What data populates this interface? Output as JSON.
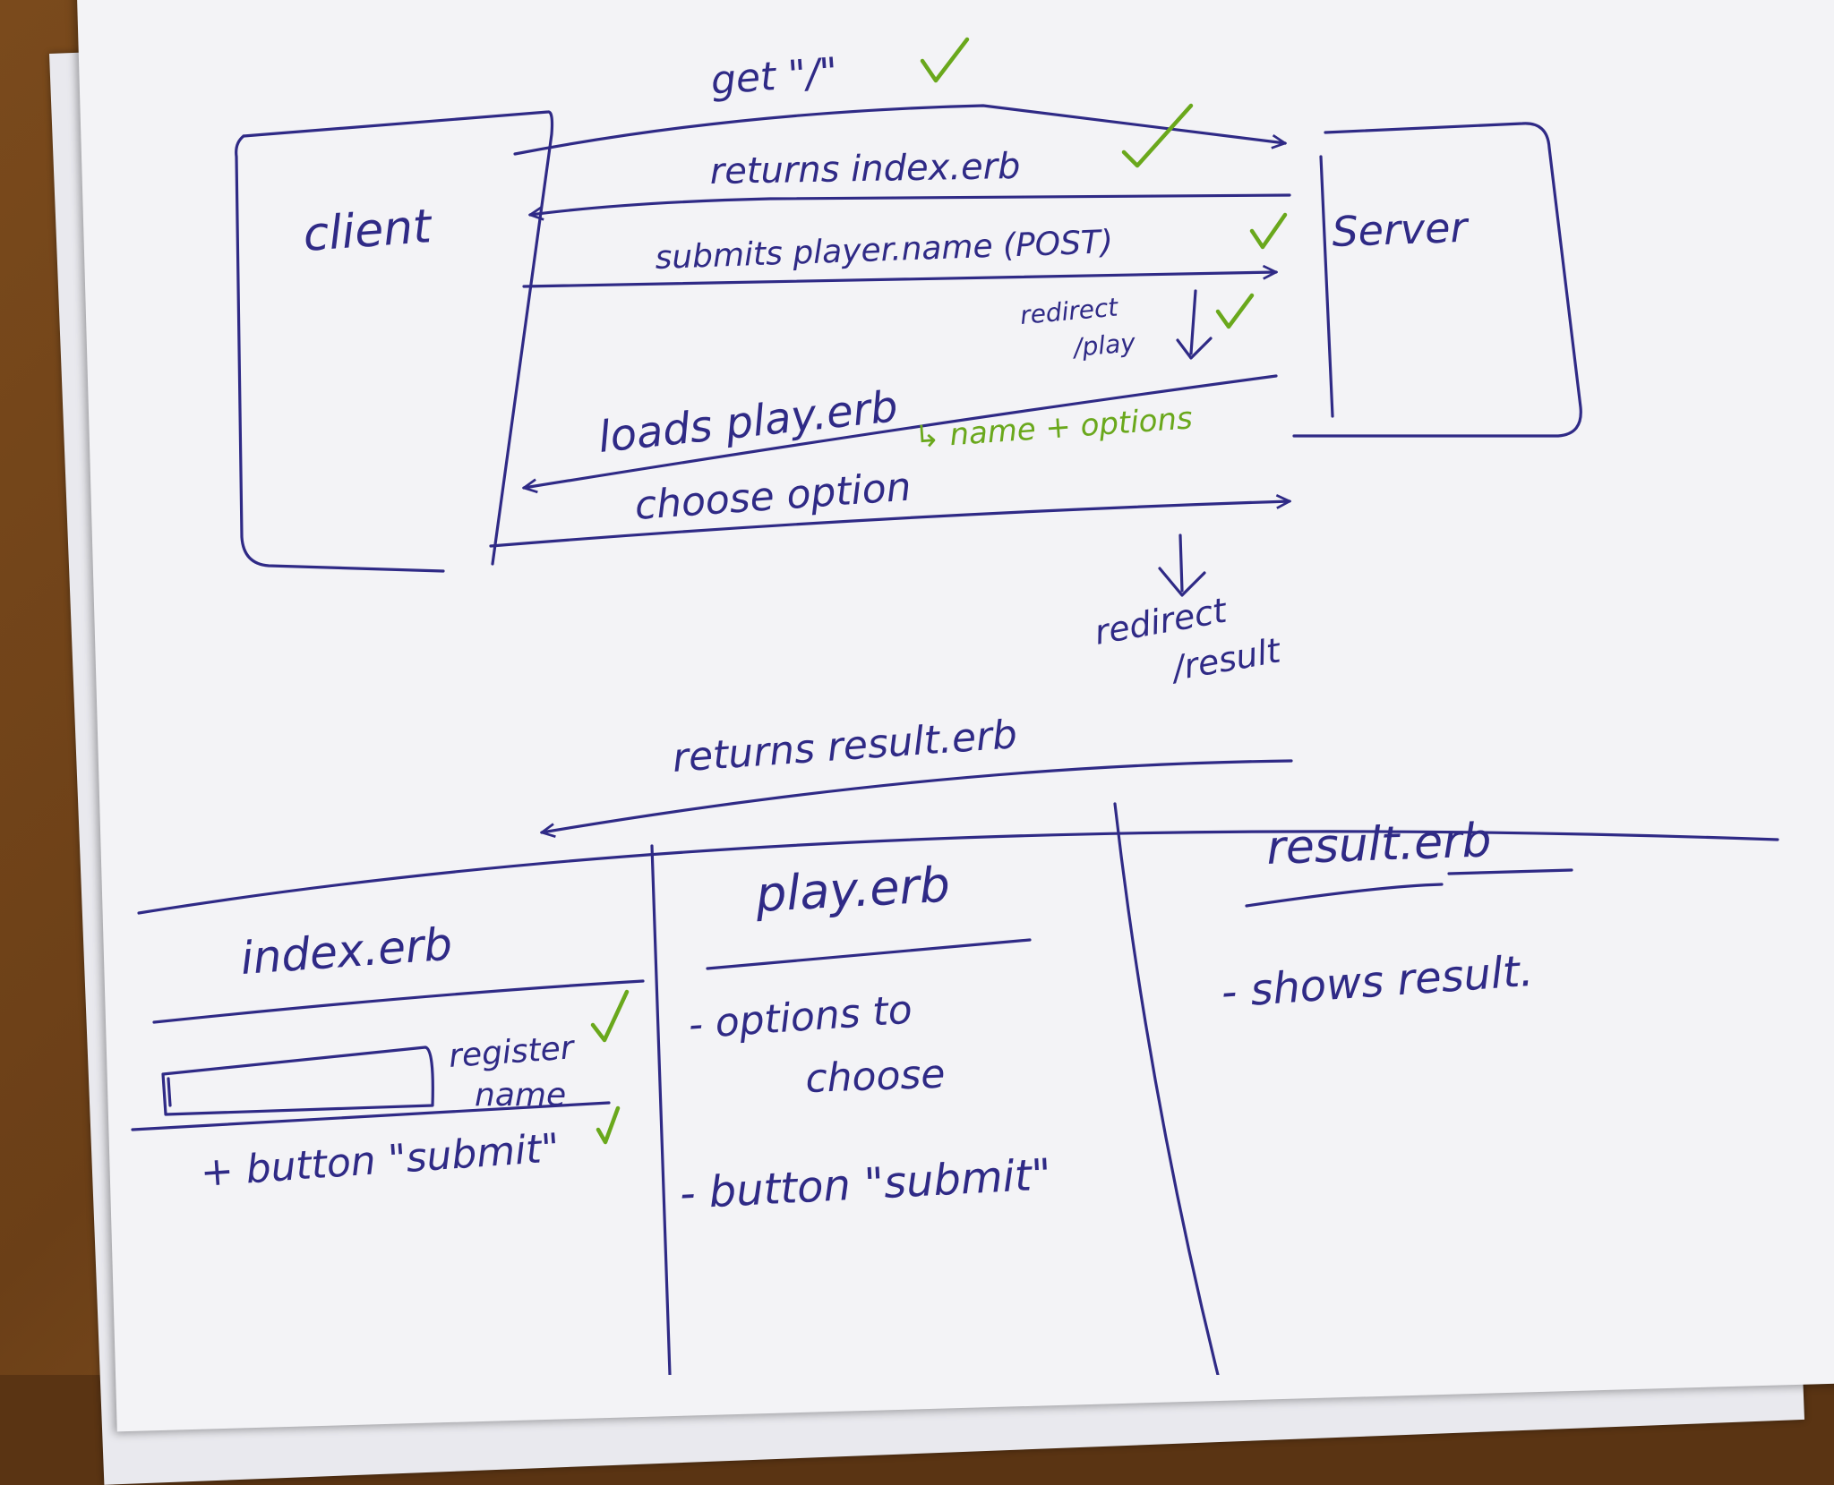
{
  "colors": {
    "ink": "#2f2a86",
    "check": "#6aa81c",
    "table": "#6b3f17",
    "paper": "#f3f3f6"
  },
  "labels": {
    "client": "client",
    "server": "Server",
    "get": "get \"/\"",
    "returns_index": "returns index.erb",
    "submits": "submits player.name (POST)",
    "redirect_play_1": "redirect",
    "redirect_play_2": "/play",
    "loads_play": "loads play.erb",
    "name_options": "↳ name + options",
    "choose_option": "choose option",
    "redirect_result_1": "redirect",
    "redirect_result_2": "/result",
    "returns_result": "returns result.erb"
  },
  "pages": {
    "index": {
      "title": "index.erb",
      "register_1": "register",
      "register_2": "name",
      "button": "+ button \"submit\""
    },
    "play": {
      "title": "play.erb",
      "options_1": "- options to",
      "options_2": "choose",
      "button": "- button \"submit\""
    },
    "result": {
      "title": "result.erb",
      "shows": "- shows result."
    }
  },
  "check_icon": "check-mark-icon"
}
